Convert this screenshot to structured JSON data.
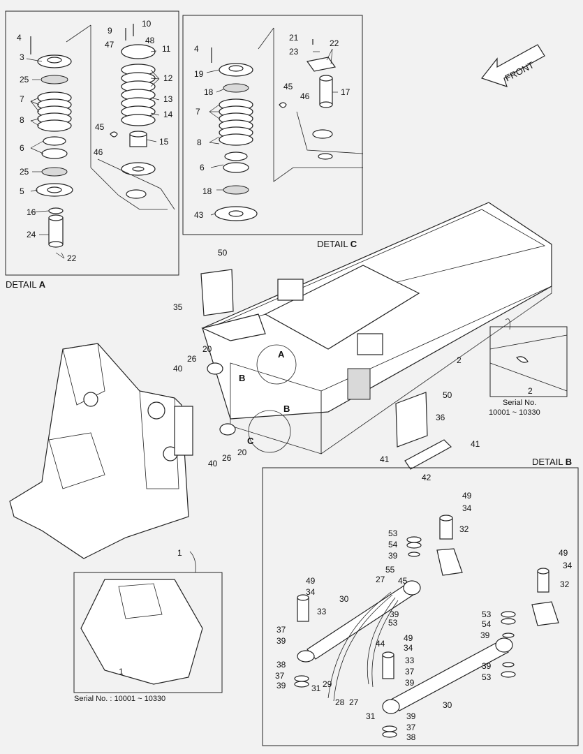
{
  "details": {
    "a": {
      "prefix": "DETAIL",
      "letter": "A"
    },
    "b": {
      "prefix": "DETAIL",
      "letter": "B"
    },
    "c": {
      "prefix": "DETAIL",
      "letter": "C"
    }
  },
  "front_label": "FRONT",
  "serial": {
    "frame_2": {
      "line1": "Serial No.",
      "line2": "10001 ~ 10330"
    },
    "frame_1": "Serial No. : 10001 ~ 10330"
  },
  "callouts": {
    "a": [
      {
        "text": "4"
      },
      {
        "text": "3"
      },
      {
        "text": "25"
      },
      {
        "text": "7"
      },
      {
        "text": "8"
      },
      {
        "text": "6"
      },
      {
        "text": "25"
      },
      {
        "text": "5"
      },
      {
        "text": "16"
      },
      {
        "text": "24"
      },
      {
        "text": "22"
      },
      {
        "text": "9"
      },
      {
        "text": "10"
      },
      {
        "text": "47"
      },
      {
        "text": "48"
      },
      {
        "text": "11"
      },
      {
        "text": "12"
      },
      {
        "text": "13"
      },
      {
        "text": "14"
      },
      {
        "text": "15"
      },
      {
        "text": "45"
      },
      {
        "text": "46"
      }
    ],
    "c": [
      {
        "text": "4"
      },
      {
        "text": "19"
      },
      {
        "text": "18"
      },
      {
        "text": "7"
      },
      {
        "text": "8"
      },
      {
        "text": "6"
      },
      {
        "text": "18"
      },
      {
        "text": "43"
      },
      {
        "text": "21"
      },
      {
        "text": "23"
      },
      {
        "text": "22"
      },
      {
        "text": "17"
      },
      {
        "text": "45"
      },
      {
        "text": "46"
      }
    ],
    "main": [
      {
        "text": "50"
      },
      {
        "text": "35"
      },
      {
        "text": "2"
      },
      {
        "text": "2"
      },
      {
        "text": "20"
      },
      {
        "text": "26"
      },
      {
        "text": "40"
      },
      {
        "text": "50"
      },
      {
        "text": "36"
      },
      {
        "text": "20"
      },
      {
        "text": "26"
      },
      {
        "text": "40"
      },
      {
        "text": "41"
      },
      {
        "text": "41"
      },
      {
        "text": "42"
      },
      {
        "text": "1"
      },
      {
        "text": "1"
      }
    ],
    "b": [
      {
        "text": "49"
      },
      {
        "text": "34"
      },
      {
        "text": "32"
      },
      {
        "text": "53"
      },
      {
        "text": "54"
      },
      {
        "text": "39"
      },
      {
        "text": "55"
      },
      {
        "text": "45"
      },
      {
        "text": "27"
      },
      {
        "text": "49"
      },
      {
        "text": "34"
      },
      {
        "text": "30"
      },
      {
        "text": "33"
      },
      {
        "text": "39"
      },
      {
        "text": "53"
      },
      {
        "text": "49"
      },
      {
        "text": "34"
      },
      {
        "text": "32"
      },
      {
        "text": "53"
      },
      {
        "text": "54"
      },
      {
        "text": "39"
      },
      {
        "text": "37"
      },
      {
        "text": "39"
      },
      {
        "text": "44"
      },
      {
        "text": "49"
      },
      {
        "text": "34"
      },
      {
        "text": "33"
      },
      {
        "text": "39"
      },
      {
        "text": "37"
      },
      {
        "text": "38"
      },
      {
        "text": "31"
      },
      {
        "text": "29"
      },
      {
        "text": "37"
      },
      {
        "text": "39"
      },
      {
        "text": "39"
      },
      {
        "text": "53"
      },
      {
        "text": "28"
      },
      {
        "text": "27"
      },
      {
        "text": "31"
      },
      {
        "text": "30"
      },
      {
        "text": "39"
      },
      {
        "text": "37"
      },
      {
        "text": "38"
      }
    ]
  },
  "markers": [
    {
      "text": "A"
    },
    {
      "text": "B"
    },
    {
      "text": "B"
    },
    {
      "text": "C"
    }
  ]
}
